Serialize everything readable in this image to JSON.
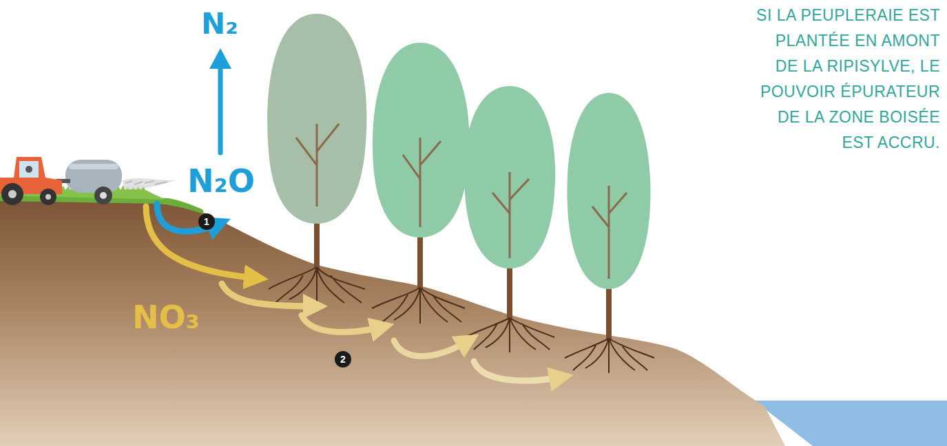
{
  "diagram": {
    "labels": [
      "SI LA PEUPLERAIE EST PLANTÉE EN AMONT DE LA RIPISYLVE, LE POUVOIR ÉPURATEUR DE LA ZONE BOISÉE EST ACCRU.",
      "N₂",
      "N₂O",
      "1",
      "NO₃",
      "2"
    ]
  }
}
